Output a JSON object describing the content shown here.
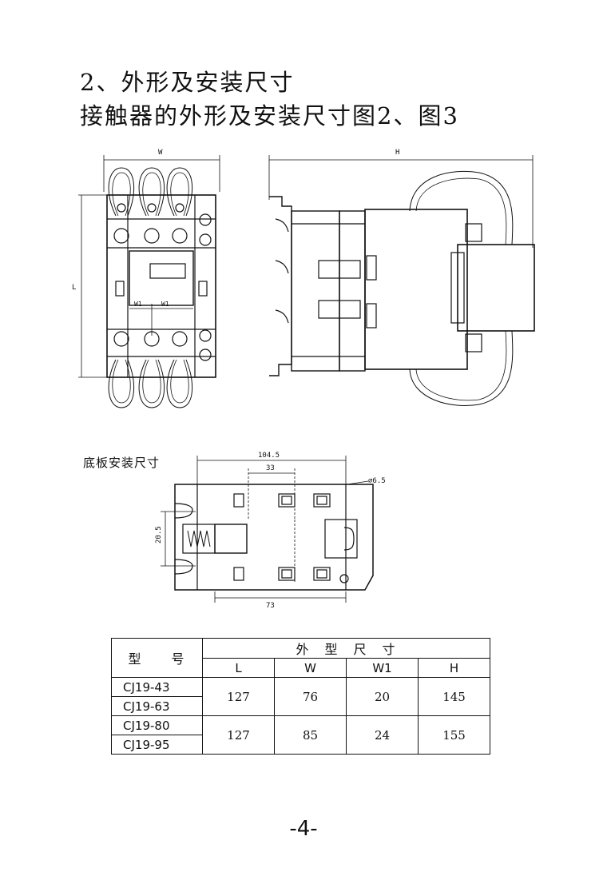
{
  "heading": {
    "line1": "2、外形及安装尺寸",
    "line2": "接触器的外形及安装尺寸图2、图3"
  },
  "fig2": {
    "label_w": "W",
    "label_l": "L",
    "label_w1a": "W1",
    "label_w1b": "W1"
  },
  "fig3": {
    "label_h": "H"
  },
  "base": {
    "caption": "底板安装尺寸",
    "dim_1045": "104.5",
    "dim_33": "33",
    "dim_65": "⌀6.5",
    "dim_205": "20.5",
    "dim_73": "73"
  },
  "table": {
    "model_header": "型　　号",
    "group_header": "外　型　尺　寸",
    "columns": [
      "L",
      "W",
      "W1",
      "H"
    ],
    "groups": [
      {
        "models": [
          "CJ19-43",
          "CJ19-63"
        ],
        "values": [
          "127",
          "76",
          "20",
          "145"
        ]
      },
      {
        "models": [
          "CJ19-80",
          "CJ19-95"
        ],
        "values": [
          "127",
          "85",
          "24",
          "155"
        ]
      }
    ]
  },
  "page_number": "-4-"
}
